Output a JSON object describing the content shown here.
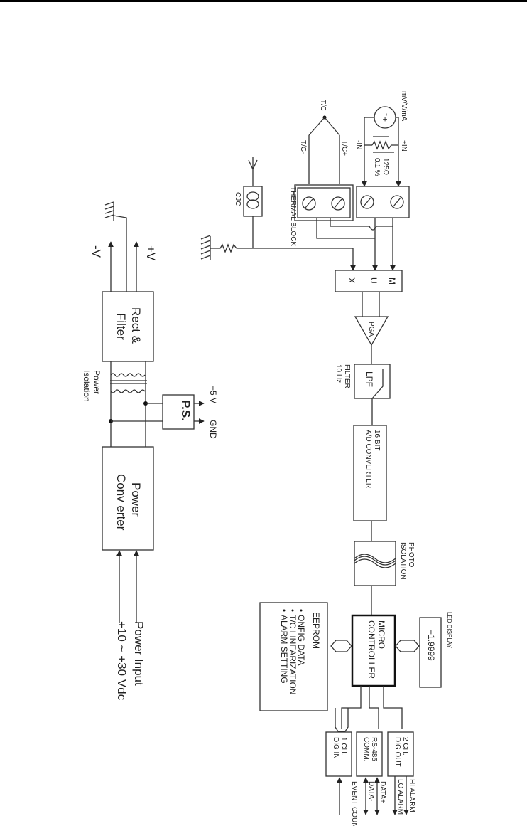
{
  "page": {
    "orientation": "rotated-90-clockwise"
  },
  "signal_chain": {
    "thermocouple": {
      "junction": "T/C",
      "neg": "T/C-",
      "pos": "T/C+"
    },
    "source": {
      "label": "mV/V/mA",
      "minus": "-",
      "plus": "+",
      "in_neg": "-IN",
      "in_pos": "+IN",
      "resistor": "125Ω",
      "tolerance": "0.1 %"
    },
    "thermal_block": "THERMAL BLOCK",
    "cjc": "CJC",
    "mux": {
      "letters": [
        "M",
        "U",
        "X"
      ]
    },
    "pga": "PGA",
    "lpf": {
      "label": "LPF",
      "caption1": "FILTER",
      "caption2": "10 Hz"
    },
    "adc": {
      "line1": "16 BIT",
      "line2": "A/D CONVERTER"
    },
    "photo_isolation": {
      "line1": "PHOTO",
      "line2": "ISOLATION"
    },
    "micro": {
      "line1": "MICRO",
      "line2": "CONTROLLER"
    },
    "led": {
      "caption": "LED DISPLAY",
      "value": "+1.9999"
    },
    "eeprom": {
      "title": "EEPROM",
      "items": [
        "ONFIG DATA",
        "T/C LINEARIZATION",
        "ALARM SETTING"
      ]
    },
    "outputs": [
      {
        "line1": "1 CH.",
        "line2": "DIG IN",
        "signals": [
          "EVENT COUNTER"
        ]
      },
      {
        "line1": "RS-485",
        "line2": "COMM.",
        "signals": [
          "DATA-",
          "DATA+"
        ]
      },
      {
        "line1": "2 CH.",
        "line2": "DIG OUT",
        "signals": [
          "LO ALARM",
          "HI ALARM"
        ]
      }
    ]
  },
  "power_chain": {
    "rect_filter": {
      "line1": "Rect &",
      "line2": "Filter"
    },
    "neg_v": "-V",
    "pos_v": "+V",
    "isolation": {
      "line1": "Power",
      "line2": "Isolation"
    },
    "ps": "P.S.",
    "ps_out1": "+5 V",
    "ps_out2": "GND",
    "converter": {
      "line1": "Power",
      "line2": "Conv erter"
    },
    "input1": "Power Input",
    "input2": "+10 ~ +30 Vdc"
  }
}
